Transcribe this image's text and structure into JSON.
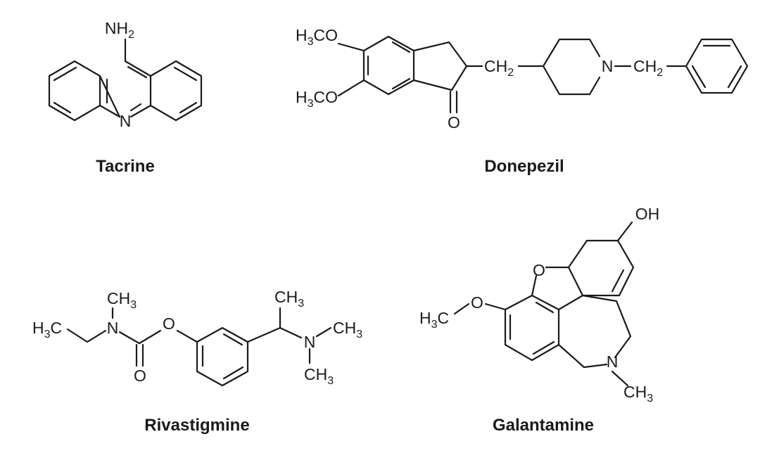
{
  "molecules": [
    {
      "name": "Tacrine",
      "labels": {
        "amine": [
          "NH",
          "2"
        ],
        "ring_n": "N"
      }
    },
    {
      "name": "Donepezil",
      "labels": {
        "methoxy_top": [
          "H",
          "3",
          "CO"
        ],
        "methoxy_bottom": [
          "H",
          "3",
          "CO"
        ],
        "methylene_1": [
          "CH",
          "2"
        ],
        "piperidine_n": "N",
        "methylene_2": [
          "CH",
          "2"
        ],
        "ketone_o": "O"
      }
    },
    {
      "name": "Rivastigmine",
      "labels": {
        "n_methyl": [
          "CH",
          "3"
        ],
        "ethyl": [
          "H",
          "3",
          "C"
        ],
        "carbamate_n": "N",
        "ester_o": "O",
        "carbonyl_o": "O",
        "alpha_methyl": [
          "CH",
          "3"
        ],
        "amine_n": "N",
        "amine_methyl_1": [
          "CH",
          "3"
        ],
        "amine_methyl_2": [
          "CH",
          "3"
        ]
      }
    },
    {
      "name": "Galantamine",
      "labels": {
        "hydroxyl": "OH",
        "ring_o": "O",
        "methoxy_o": "O",
        "methoxy_c": [
          "H",
          "3",
          "C"
        ],
        "amine_n": "N",
        "n_methyl": [
          "CH",
          "3"
        ]
      }
    }
  ]
}
